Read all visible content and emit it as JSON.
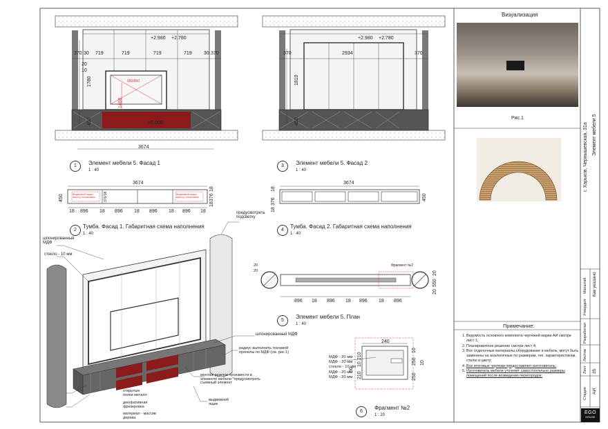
{
  "drawings": {
    "facade1": {
      "num": "1",
      "title": "Элемент мебели 5. Фасад 1",
      "scale": "1 : 40"
    },
    "facade2": {
      "num": "3",
      "title": "Элемент мебели 5. Фасад 2",
      "scale": "1 : 40"
    },
    "cab1": {
      "num": "2",
      "title": "Тумба. Фасад 1. Габаритная схема наполнения",
      "scale": "1 : 40"
    },
    "cab2": {
      "num": "4",
      "title": "Тумба. Фасад 2. Габаритная схема наполнения",
      "scale": "1 : 40"
    },
    "plan": {
      "num": "5",
      "title": "Элемент мебели 5. План",
      "scale": "1 : 40"
    },
    "frag": {
      "num": "6",
      "title": "Фрагмент №2",
      "scale": "1 : 20"
    }
  },
  "dims": {
    "f1_top": [
      "370",
      "30",
      "719",
      "719",
      "719",
      "719",
      "30",
      "370"
    ],
    "f1_total": "3674",
    "f1_levels": [
      "+2.980",
      "+2.780",
      "+0.000"
    ],
    "f1_side": [
      "20",
      "10",
      "1780",
      "450"
    ],
    "f1_tv": [
      "1400",
      "950/850"
    ],
    "f2_top": [
      "370",
      "2934",
      "370"
    ],
    "f2_levels": [
      "+2.980",
      "+2.780"
    ],
    "f2_side": [
      "1810",
      "450"
    ],
    "cab_total": "3674",
    "cab1_bottom": [
      "18",
      "896",
      "18",
      "896",
      "18",
      "896",
      "18",
      "896",
      "18"
    ],
    "cab1_side": [
      "450",
      "18",
      "376",
      "18"
    ],
    "cab1_inner": "376/18",
    "cab2_side": [
      "18",
      "376",
      "18"
    ],
    "cab2_right": "450",
    "plan_bottom": [
      "896",
      "18",
      "896",
      "18",
      "896",
      "18",
      "896"
    ],
    "plan_left": [
      "20",
      "20"
    ],
    "plan_right": [
      "20",
      "550",
      "20"
    ],
    "frag_top": "240",
    "frag_left": [
      "210",
      "10",
      "210"
    ],
    "frag_left2": "50",
    "frag_right": [
      "10",
      "250",
      "250"
    ],
    "frag_right2": "10"
  },
  "labels": {
    "box_note_left": "Выдвижной ящик/ высоту согласовать",
    "box_note_right": "Выдвижной ящик/ высоту согласовать",
    "fragment_ref": "Фрагмент №2",
    "iso_veneer_mdf": "шпонированный МДФ",
    "iso_glass": "стекло - 10 мм",
    "iso_backlight": "предусмотреть подсветку",
    "iso_veneer_mdf2": "шпонированный МДФ",
    "iso_radius": "радиус выполнить техникой пропилы по МДФ (см. рис.1)",
    "iso_sockets": "монтаж розеток произвести в элементе мебели *предусмотреть съемный элемент",
    "iso_open_shelves": "открытые полки металл",
    "iso_milling": "декоративная фрезеровка",
    "iso_material": "материал - массив дерева",
    "iso_drawer": "выдвижной ящик",
    "frag_materials": [
      "МДФ - 20 мм",
      "МДФ - 20 мм",
      "стекло - 10 мм",
      "МДФ - 20 мм",
      "МДФ - 20 мм"
    ]
  },
  "sidebar": {
    "viz_title": "Визуализация",
    "fig_caption": "Рис.1",
    "address": "г. Харьков, Чернышевская, 31а",
    "element": "Элемент мебели 5",
    "scale_label": "Масштаб",
    "scale_value": "Как указано",
    "approve_label": "Утвердил",
    "develop_label": "Разработал",
    "sheets_label": "Листов",
    "sheet_label": "Лист",
    "sheets_value": "35",
    "stage_label": "Стадия",
    "stage_value": "АИ",
    "logo_top": "EGO",
    "logo_bottom": "HOUSE"
  },
  "notes": {
    "title": "Примечание:",
    "items": [
      "Ведомость основного комплекта чертежей марки АИ смотри лист 1;",
      "Планировочное решение смотри лист 4;",
      "Все отделочные материалы,оборудование и мебель, могут быть заменены на аналогичные по размерам, тех. характеристикам, стилю и цвету;",
      "Все итоговые чертежи предоставляет изготовитель;",
      "Изготовитель мебели уточняет самостоятельно размеры помещений после возведения перегородок;"
    ]
  },
  "colors": {
    "accent_red": "#8b1a1a",
    "dim_red": "#e03030",
    "line": "#333333"
  }
}
